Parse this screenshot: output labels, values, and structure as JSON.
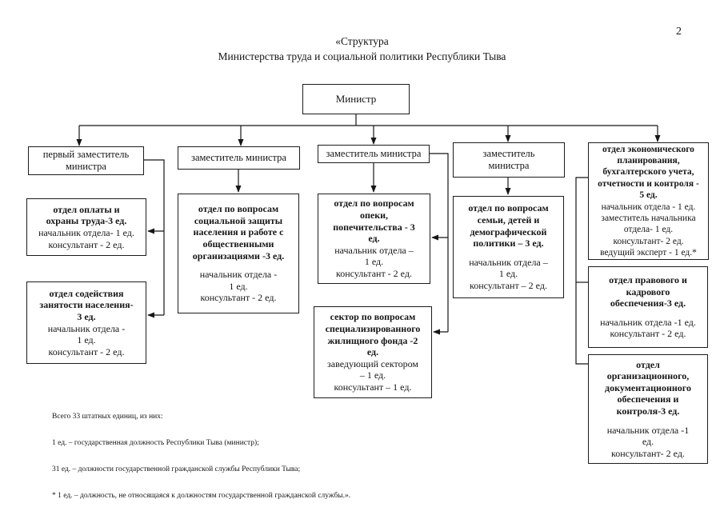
{
  "page_number": "2",
  "title": {
    "line1": "«Структура",
    "line2": "Министерства труда и социальной политики Республики Тыва"
  },
  "org": {
    "minister": {
      "label": "Министр"
    },
    "first_deputy": {
      "label": "первый заместитель\nминистра"
    },
    "deputy2": {
      "label": "заместитель министра"
    },
    "deputy3": {
      "label": "заместитель министра"
    },
    "deputy4": {
      "label": "заместитель\nминистра"
    },
    "econ": {
      "header": "отдел экономического\nпланирования,\nбухгалтерского учета,\nотчетности и контроля -\n5 ед.",
      "staff": "начальник отдела - 1 ед.\nзаместитель начальника\nотдела- 1 ед.\nконсультант- 2 ед.\nведущий эксперт - 1 ед.*"
    },
    "pay": {
      "header": "отдел оплаты и\nохраны труда-3 ед.",
      "staff": "начальник отдела- 1 ед.\nконсультант - 2 ед."
    },
    "employment": {
      "header": "отдел содействия\nзанятости населения-\n3 ед.",
      "staff": "начальник отдела -\n1 ед.\nконсультант - 2 ед."
    },
    "social": {
      "header": "отдел по вопросам\nсоциальной защиты\nнаселения и работе с\nобщественными\nорганизациями -3 ед.",
      "staff": "начальник отдела -\n1 ед.\nконсультант - 2 ед."
    },
    "custody": {
      "header": "отдел по вопросам\nопеки,\nпопечительства - 3\nед.",
      "staff": "начальник отдела –\n1 ед.\nконсультант - 2 ед."
    },
    "housing_sector": {
      "header": "сектор по вопросам\nспециализированного\nжилищного фонда -2\nед.",
      "staff": "заведующий сектором\n– 1 ед.\nконсультант – 1 ед."
    },
    "family": {
      "header": "отдел по вопросам\nсемьи, детей и\nдемографической\nполитики – 3 ед.",
      "staff": "начальник отдела –\n1 ед.\nконсультант – 2 ед."
    },
    "legal": {
      "header": "отдел правового и\nкадрового\nобеспечения-3 ед.",
      "staff": "начальник отдела -1 ед.\nконсультант - 2 ед."
    },
    "orgdoc": {
      "header": "отдел\nорганизационного,\nдокументационного\nобеспечения и\nконтроля-3 ед.",
      "staff": "начальник отдела -1\nед.\nконсультант- 2 ед."
    }
  },
  "notes": {
    "line1": "Всего 33 штатных единиц, из них:",
    "line2": "1 ед. – государственная должность Республики Тыва (министр);",
    "line3": "31 ед. – должности государственной гражданской службы Республики Тыва;",
    "line4": "* 1 ед. – должность, не относящаяся к должностям государственной гражданской службы.»."
  }
}
